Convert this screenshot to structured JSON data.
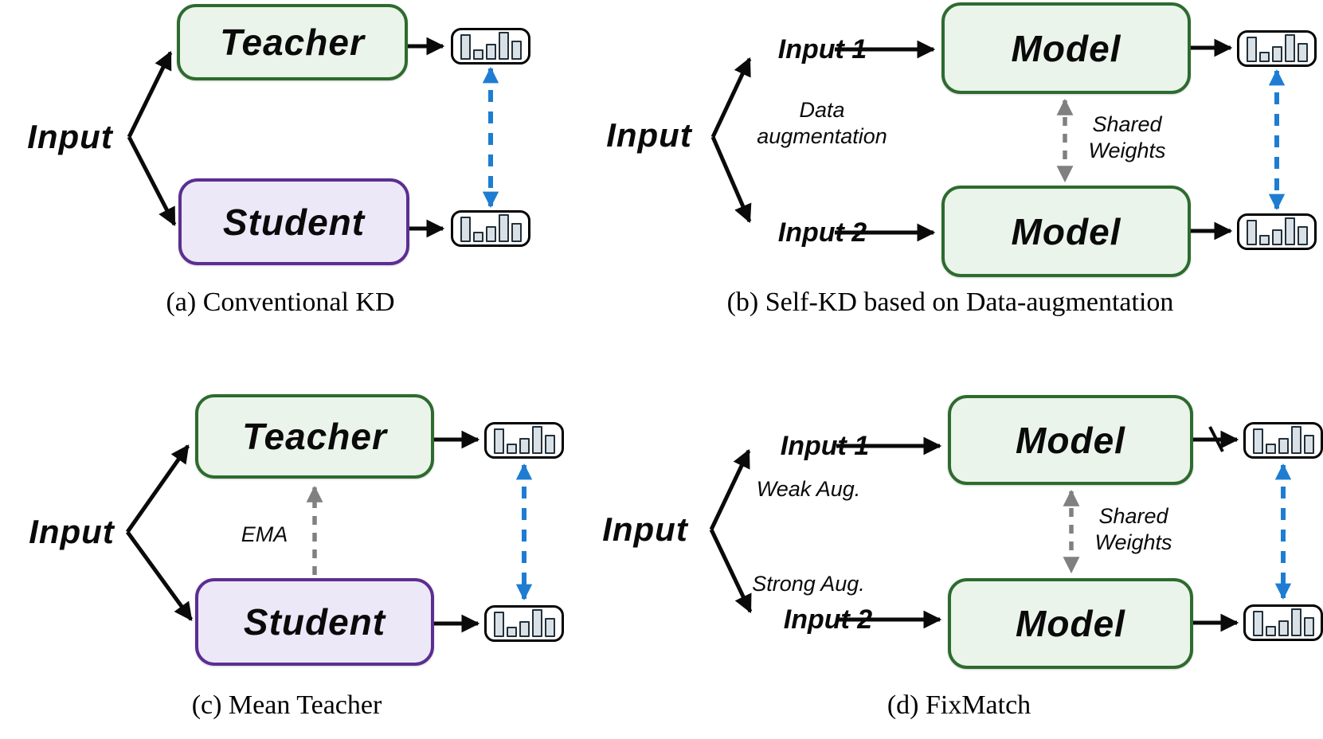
{
  "figure": {
    "type": "diagram",
    "description_icons": [
      "histogram-icon",
      "dashed-consistency-arrow-icon",
      "shared-weights-arrow-icon",
      "ema-arrow-icon"
    ]
  },
  "colors": {
    "green_border": "#2d6b2e",
    "green_fill": "#eaf4ea",
    "purple_border": "#5b2e91",
    "purple_fill": "#ede8f8",
    "blue_arrow": "#1e7dd2",
    "gray_arrow": "#808080",
    "bar_fill": "#d9e1e7",
    "bar_stroke": "#22303a"
  },
  "histogram_bars": [
    86,
    34,
    55,
    94,
    66
  ],
  "panels": {
    "a": {
      "caption": "(a) Conventional KD",
      "input_label": "Input",
      "top_box": "Teacher",
      "bottom_box": "Student"
    },
    "b": {
      "caption": "(b) Self-KD based on Data-augmentation",
      "input_label": "Input",
      "branch_top": "Input 1",
      "branch_bottom": "Input 2",
      "branch_annotation_line1": "Data",
      "branch_annotation_line2": "augmentation",
      "top_box": "Model",
      "bottom_box": "Model",
      "weights_label_line1": "Shared",
      "weights_label_line2": "Weights"
    },
    "c": {
      "caption": "(c) Mean Teacher",
      "input_label": "Input",
      "top_box": "Teacher",
      "bottom_box": "Student",
      "ema_label": "EMA"
    },
    "d": {
      "caption": "(d) FixMatch",
      "input_label": "Input",
      "branch_top": "Input 1",
      "branch_bottom": "Input 2",
      "aug_top": "Weak Aug.",
      "aug_bottom": "Strong Aug.",
      "top_box": "Model",
      "bottom_box": "Model",
      "weights_label_line1": "Shared",
      "weights_label_line2": "Weights"
    }
  }
}
